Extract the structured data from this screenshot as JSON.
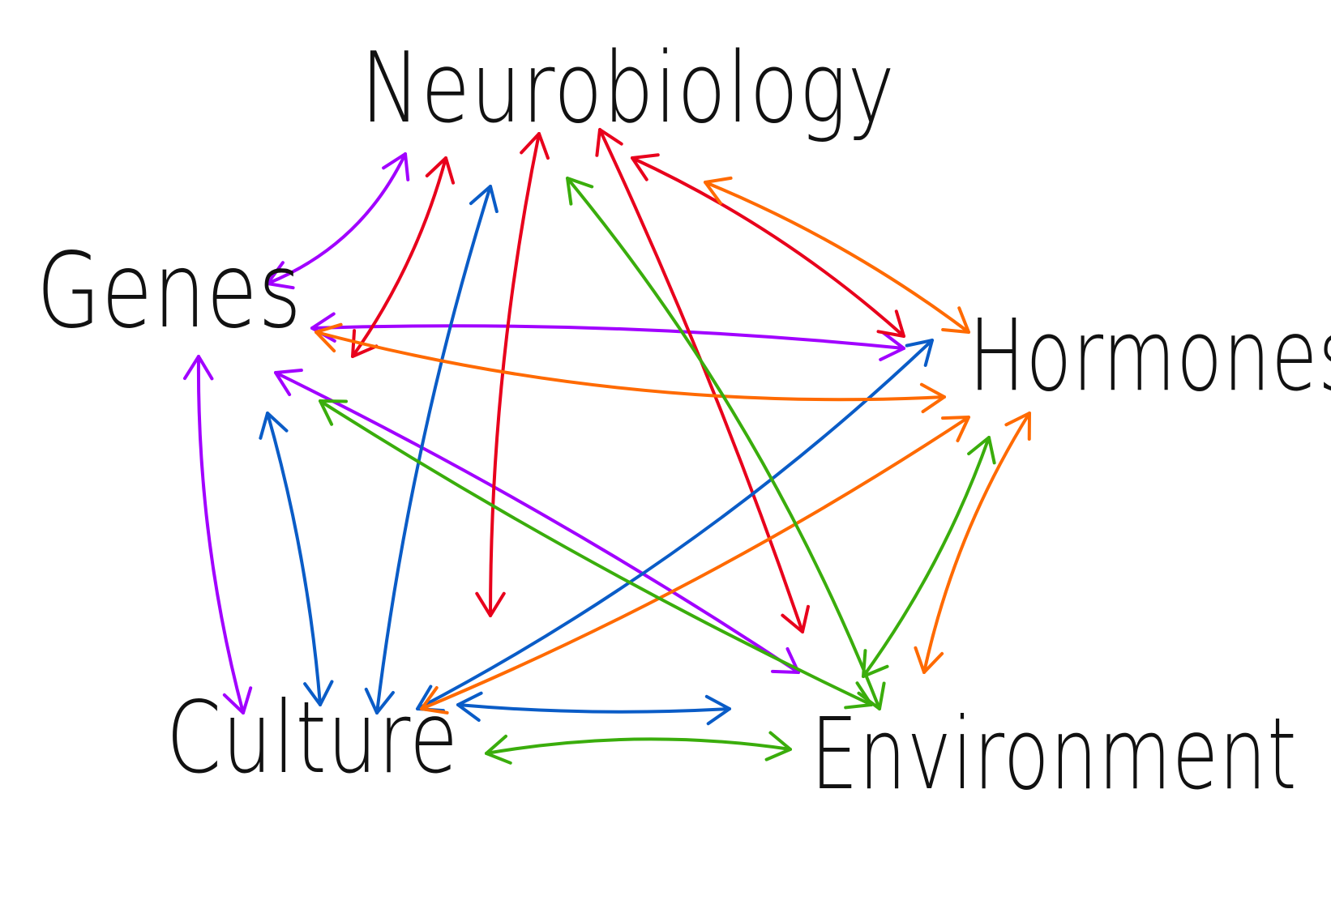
{
  "nodes": {
    "neurobiology": "Neurobiology",
    "genes": "Genes",
    "hormones": "Hormones",
    "culture": "Culture",
    "environment": "Environment"
  },
  "colors": {
    "purple": "#a100ff",
    "red": "#e8001c",
    "blue": "#0a5cc7",
    "orange": "#ff6a00",
    "green": "#3aad0c"
  },
  "arrows": [
    {
      "from": "genes",
      "to": "neurobiology",
      "color": "purple",
      "bidirectional": true
    },
    {
      "from": "genes",
      "to": "hormones",
      "color": "purple",
      "bidirectional": true
    },
    {
      "from": "genes",
      "to": "culture",
      "color": "purple",
      "bidirectional": true
    },
    {
      "from": "genes",
      "to": "environment",
      "color": "purple",
      "bidirectional": true
    },
    {
      "from": "neurobiology",
      "to": "genes",
      "color": "red",
      "bidirectional": true
    },
    {
      "from": "neurobiology",
      "to": "culture",
      "color": "red",
      "bidirectional": true
    },
    {
      "from": "neurobiology",
      "to": "environment",
      "color": "red",
      "bidirectional": true
    },
    {
      "from": "neurobiology",
      "to": "hormones",
      "color": "red",
      "bidirectional": true
    },
    {
      "from": "culture",
      "to": "neurobiology",
      "color": "blue",
      "bidirectional": true
    },
    {
      "from": "culture",
      "to": "genes",
      "color": "blue",
      "bidirectional": true
    },
    {
      "from": "culture",
      "to": "hormones",
      "color": "blue",
      "bidirectional": true
    },
    {
      "from": "culture",
      "to": "environment",
      "color": "blue",
      "bidirectional": true
    },
    {
      "from": "hormones",
      "to": "neurobiology",
      "color": "orange",
      "bidirectional": true
    },
    {
      "from": "hormones",
      "to": "genes",
      "color": "orange",
      "bidirectional": true
    },
    {
      "from": "hormones",
      "to": "culture",
      "color": "orange",
      "bidirectional": true
    },
    {
      "from": "hormones",
      "to": "environment",
      "color": "orange",
      "bidirectional": true
    },
    {
      "from": "environment",
      "to": "neurobiology",
      "color": "green",
      "bidirectional": true
    },
    {
      "from": "environment",
      "to": "genes",
      "color": "green",
      "bidirectional": true
    },
    {
      "from": "environment",
      "to": "hormones",
      "color": "green",
      "bidirectional": true
    },
    {
      "from": "environment",
      "to": "culture",
      "color": "green",
      "bidirectional": true
    }
  ]
}
